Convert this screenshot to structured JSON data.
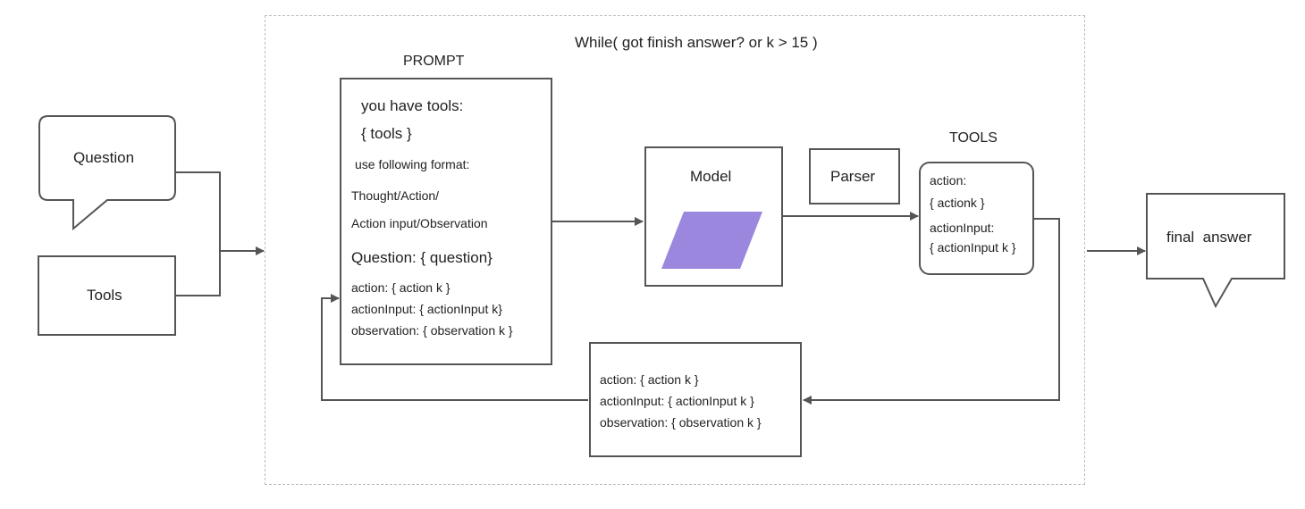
{
  "loop": {
    "label": "While( got finish answer? or k > 15 )"
  },
  "question_bubble": {
    "label": "Question"
  },
  "tools_input": {
    "label": "Tools"
  },
  "prompt": {
    "title": "PROMPT",
    "lines": [
      "you have tools:",
      "{ tools }",
      "use following format:",
      "Thought/Action/",
      "Action input/Observation",
      "Question: { question}",
      "action:  { action k }",
      "actionInput:  { actionInput k}",
      "observation:  { observation k }"
    ]
  },
  "model": {
    "label": "Model",
    "shape_color": "#9b87de"
  },
  "parser": {
    "label": "Parser"
  },
  "tools_panel": {
    "title": "TOOLS",
    "lines": [
      "action:",
      "{ actionk }",
      "actionInput:",
      "{ actionInput k }"
    ]
  },
  "observation_box": {
    "lines": [
      "action:  { action k }",
      "actionInput:  { actionInput k }",
      "observation:  { observation k }"
    ]
  },
  "final_answer": {
    "label": "final  answer"
  },
  "colors": {
    "stroke": "#555555",
    "frame": "#bbbbbb"
  }
}
